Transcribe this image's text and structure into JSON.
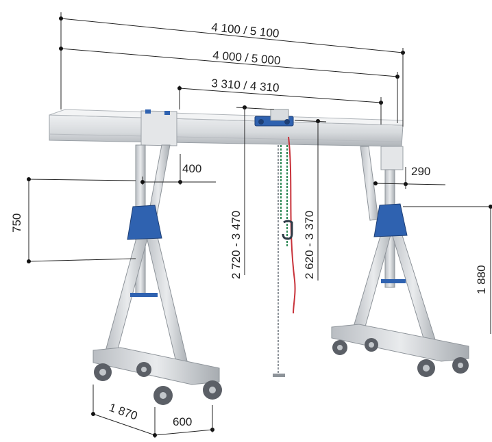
{
  "product": "aluminium gantry crane with chain hoist",
  "dimensions": {
    "overall_length": "4 100 / 5 100",
    "beam_length": "4 000 / 5 000",
    "span": "3 310 / 4 310",
    "top_offset": "400",
    "side_offset": "290",
    "leg_adjust": "750",
    "hook_height_range_1": "2 720 - 3 470",
    "hook_height_range_2": "2 620 - 3 370",
    "height": "1 880",
    "base_length": "1 870",
    "base_width": "600"
  },
  "colors": {
    "frame": "#cfd2d6",
    "frame_shadow": "#9aa0a6",
    "brackets": "#2f62b0",
    "chain_green": "#2f8a57",
    "chain_red": "#c8323a",
    "wheel": "#5b5f66",
    "dimension_lines": "#222222"
  }
}
